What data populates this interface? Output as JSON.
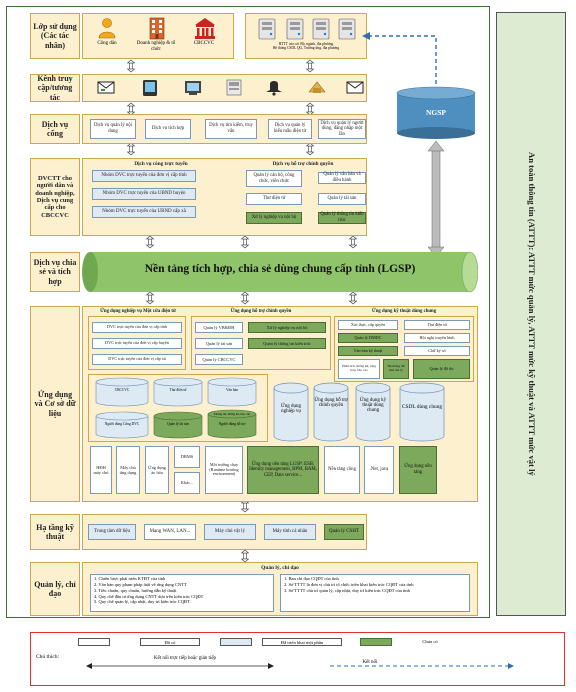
{
  "right_bar": {
    "text": "An toàn thông tin (ATTT): ATTT mức quản lý, ATTT mức kỹ thuật và ATTT mức vật lý"
  },
  "ngsp": "NGSP",
  "layers": {
    "users": {
      "label": "Lớp sử dụng (Các tác nhân)",
      "items": [
        "Công dân",
        "Doanh nghiệp & tổ chức",
        "CBCCVC"
      ],
      "systems_text": "HTTT của các Bộ, ngành, địa phương\nHệ thống CSDL QG, Trường ứng, địa phương"
    },
    "channels": {
      "label": "Kênh truy cập/tương tác"
    },
    "portal": {
      "label": "Dịch vụ cổng",
      "items": [
        "Dịch vụ quản lý nội dung",
        "Dịch vụ tích hợp",
        "Dịch vụ tìm kiếm, truy vấn",
        "Dịch vụ quản lý biểu mẫu điện tử",
        "Dịch vụ quản lý người dùng, đăng nhập một lần"
      ]
    },
    "dvctt": {
      "label": "DVCTT cho người dân và doanh nghiệp, Dịch vụ cung cấp cho CBCCVC",
      "public_title": "Dịch vụ công trực tuyến",
      "public_items": [
        "Nhóm DVC trực tuyến của đơn vị cấp tỉnh",
        "Nhóm DVC trực tuyến của UBND huyện",
        "Nhóm DVC trực tuyến của UBND cấp xã"
      ],
      "admin_title": "Dịch vụ hỗ trợ chính quyền",
      "admin_items": [
        "Quản lý cán bộ, công chức, viên chức",
        "Quản lý văn bản và điều hành",
        "Thư điện tử",
        "Quản lý tài sản",
        "Xử lý nghiệp vụ nội bộ",
        "Quản lý thông tin kiến trúc"
      ]
    },
    "lgsp": {
      "label": "Dịch vụ chia sẻ và tích hợp",
      "title": "Nền tảng tích hợp, chia sẻ dùng chung cấp tỉnh (LGSP)"
    },
    "apps": {
      "label": "Ứng dụng và Cơ sở dữ liệu",
      "g1_title": "Ứng dụng nghiệp vụ Một cửa điện tử",
      "g1_items": [
        "DVC trực tuyến của đơn vị cấp tỉnh",
        "DVC trực tuyến của đơn vị cấp huyện",
        "DVC trực tuyến của đơn vị cấp xã"
      ],
      "g2_title": "Ứng dụng hỗ trợ chính quyền",
      "g2_items": [
        "Quản lý VB&ĐH",
        "Xử lý nghiệp vụ nội bộ",
        "Quản lý tài sản",
        "Quản lý thông tin kiến trúc",
        "Quản lý CBCCVC"
      ],
      "g3_title": "Ứng dụng kỹ thuật dùng chung",
      "g3_items": [
        "Xác thực, cấp quyền",
        "Thư điện tử",
        "Quản lý DMDC",
        "Hội nghị truyền hình",
        "Văn bản kỹ thuật",
        "Chữ ký số",
        "Phân tích, thống kê, tổng hợp, báo cáo",
        "Hệ thống dữ liệu địa lý",
        "Quản lý đô thị"
      ],
      "db_small": [
        "CBCCVC",
        "Người dùng Cổng DVC",
        "Thư điện tử",
        "Văn bản",
        "Quản lý tài sản",
        "Người dùng hỗ trợ",
        "Thông tin, thống kê, báo cáo"
      ],
      "db_big": [
        "Ứng dụng nghiệp vụ",
        "Ứng dụng hỗ trợ chính quyền",
        "Ứng dụng kỹ thuật dùng chung"
      ],
      "csdl": "CSDL dùng chung",
      "platform": [
        "HĐH máy chủ",
        "Máy chủ ứng dụng",
        "Ứng dụng ảo hóa",
        "DBMS",
        "Khác...",
        "Môi trường chạy (Runtime hosting environment)"
      ],
      "lgsp_app": "Ứng dụng nền tảng LGSP: ESB, Identity management, BPM, BAM, CEP, Data service...",
      "extra": [
        "Nền tảng công",
        ".Net, java",
        "Ứng dụng nền tảng"
      ]
    },
    "infra": {
      "label": "Hạ tầng kỹ thuật",
      "items": [
        "Trung tâm dữ liệu",
        "Mạng WAN, LAN...",
        "Máy chủ vật lý",
        "Máy tính cá nhân",
        "Quản lý CSHT"
      ]
    },
    "mgmt": {
      "label": "Quản lý, chỉ đạo",
      "title": "Quản lý, chỉ đạo",
      "left": [
        "1. Chiến lược phát triển KTĐT của tỉnh",
        "2. Văn bản quy phạm pháp luật về ứng dụng CNTT",
        "3. Tiêu chuẩn, quy chuẩn, hướng dẫn kỹ thuật",
        "4. Quy chế đầu tư ứng dụng CNTT dựa trên kiến trúc CQĐT",
        "5. Quy chế quản lý, cập nhật, duy trì kiến trúc CQĐT"
      ],
      "right": [
        "1. Ban chỉ đạo CQĐT của tỉnh",
        "2. Sở TTTT là đơn vị chủ trì tổ chức triển khai kiến trúc CQĐT của tỉnh",
        "3. Sở TTTT chủ trì quản lý, cập nhật, duy trì kiến trúc CQĐT của tỉnh"
      ]
    }
  },
  "legend": {
    "title": "Chú thích:",
    "items": [
      "Đã có",
      "Đã triển khai một phần",
      "Chưa có"
    ],
    "conn1": "Kết nối trực tiếp hoặc gián tiếp",
    "conn2": "Kết nối"
  },
  "colors": {
    "layer": "#fdf0cf",
    "green": "#7ca95c",
    "blue": "#dde9f3",
    "lgsp": "#8fc46b",
    "ngsp": "#4f8fbf"
  }
}
